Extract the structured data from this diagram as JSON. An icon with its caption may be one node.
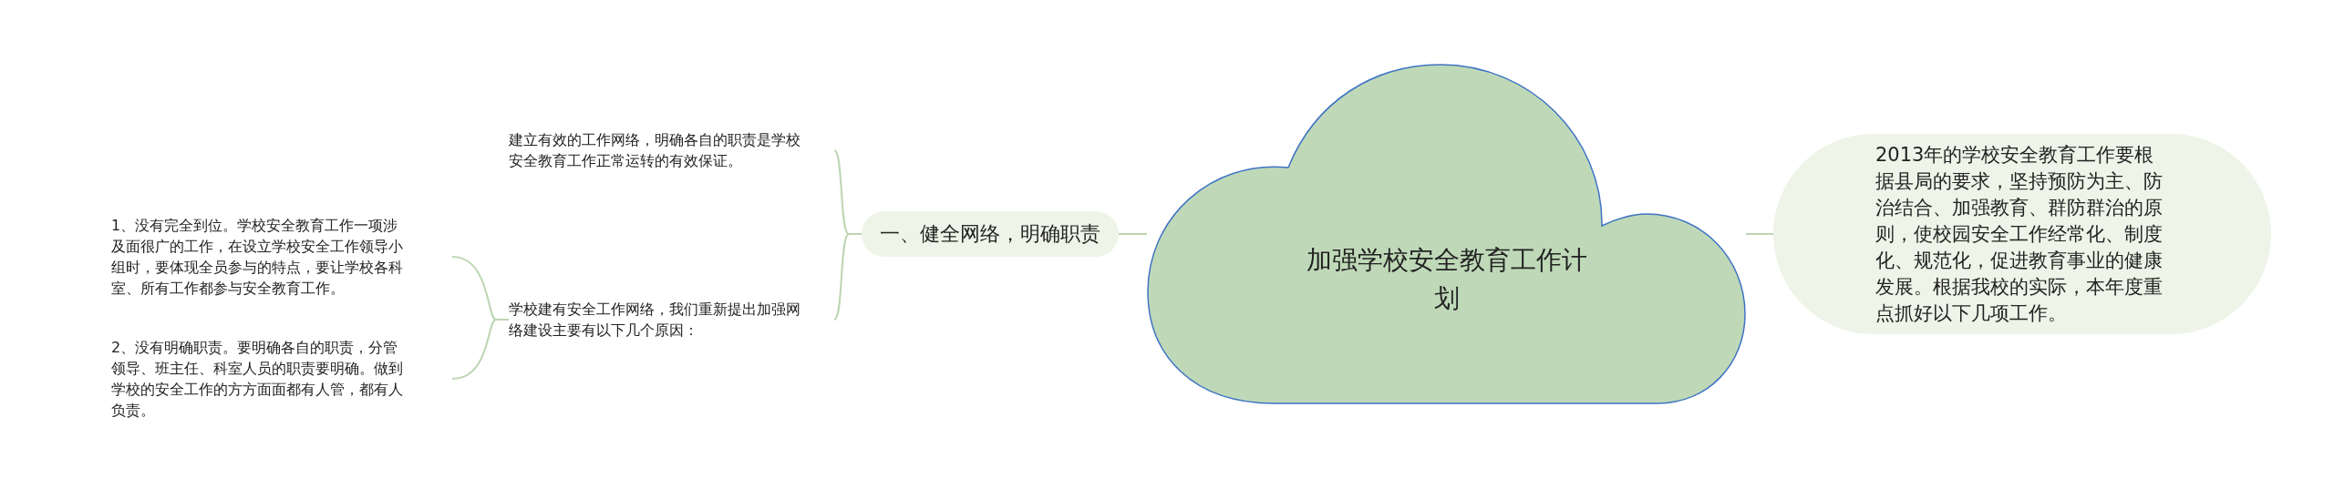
{
  "diagram": {
    "nodes": [
      {
        "text": [
          "加强学校安全教育工作计划"
        ]
      },
      {
        "text": [
          "一、健全网络，明确职责"
        ]
      },
      {
        "text": [
          "2013年的学校安全教育工作要根据县局的要求，坚持预防为主、防治结合、加强教育、群防群治的原则，使校园安全工作经常化、制度化、规范化，促进教育事业的健康发展。根据我校的实际，本年度重点抓好以下几项工作。"
        ]
      },
      {
        "text": [
          "建立有效的工作网络，明确各自的职责是学校安全教育工作正常运转的有效保证。"
        ]
      },
      {
        "text": [
          "学校建有安全工作网络，我们重新提出加强网络建设主要有以下几个原因："
        ]
      },
      {
        "text": [
          "1、没有完全到位。学校安全教育工作一项涉及面很广的工作，在设立学校安全工作领导小组时，要体现全员参与的特点，要让学校各科室、所有工作都参与安全教育工作。"
        ]
      },
      {
        "text": [
          "2、没有明确职责。要明确各自的职责，分管领导、班主任、科室人员的职责要明确。做到学校的安全工作的方方面面都有人管，都有人负责。"
        ]
      }
    ],
    "edges": [
      {
        "from": 0,
        "to": 1,
        "arrow": "none"
      },
      {
        "from": 0,
        "to": 2,
        "arrow": "none"
      },
      {
        "from": 1,
        "to": 3,
        "arrow": "none"
      },
      {
        "from": 1,
        "to": 4,
        "arrow": "none"
      },
      {
        "from": 4,
        "to": 5,
        "arrow": "none"
      },
      {
        "from": 4,
        "to": 6,
        "arrow": "none"
      }
    ]
  }
}
